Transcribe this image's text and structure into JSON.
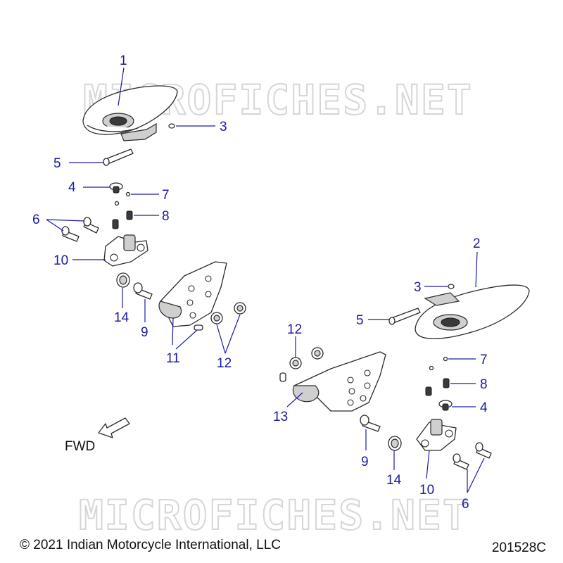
{
  "watermark": "MICROFICHES.NET",
  "direction_label": "FWD",
  "copyright": "© 2021 Indian Motorcycle International, LLC",
  "diagram_id": "201528C",
  "callouts": {
    "c1": "1",
    "c2": "2",
    "c3a": "3",
    "c3b": "3",
    "c4a": "4",
    "c4b": "4",
    "c5a": "5",
    "c5b": "5",
    "c6a": "6",
    "c6b": "6",
    "c7a": "7",
    "c7b": "7",
    "c8a": "8",
    "c8b": "8",
    "c9a": "9",
    "c9b": "9",
    "c10a": "10",
    "c10b": "10",
    "c11": "11",
    "c12a": "12",
    "c12b": "12",
    "c13": "13",
    "c14a": "14",
    "c14b": "14"
  }
}
